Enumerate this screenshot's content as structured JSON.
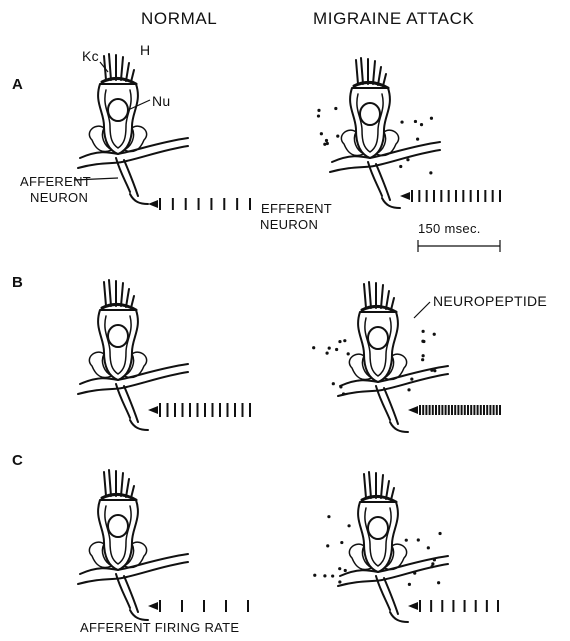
{
  "headers": {
    "normal": "NORMAL",
    "migraine": "MIGRAINE ATTACK"
  },
  "rows": [
    "A",
    "B",
    "C"
  ],
  "labels": {
    "kc": "Kc",
    "h": "H",
    "nu": "Nu",
    "afferent_neuron": [
      "AFFERENT",
      "NEURON"
    ],
    "efferent_neuron": [
      "EFFERENT",
      "NEURON"
    ],
    "neuropeptide": "NEUROPEPTIDE",
    "scale": "150 msec.",
    "afferent_firing_rate": "AFFERENT FIRING RATE"
  },
  "spike_counts": {
    "A": {
      "normal": 8,
      "migraine": 13
    },
    "B": {
      "normal": 13,
      "migraine": 26
    },
    "C": {
      "normal": 5,
      "migraine": 8
    }
  }
}
